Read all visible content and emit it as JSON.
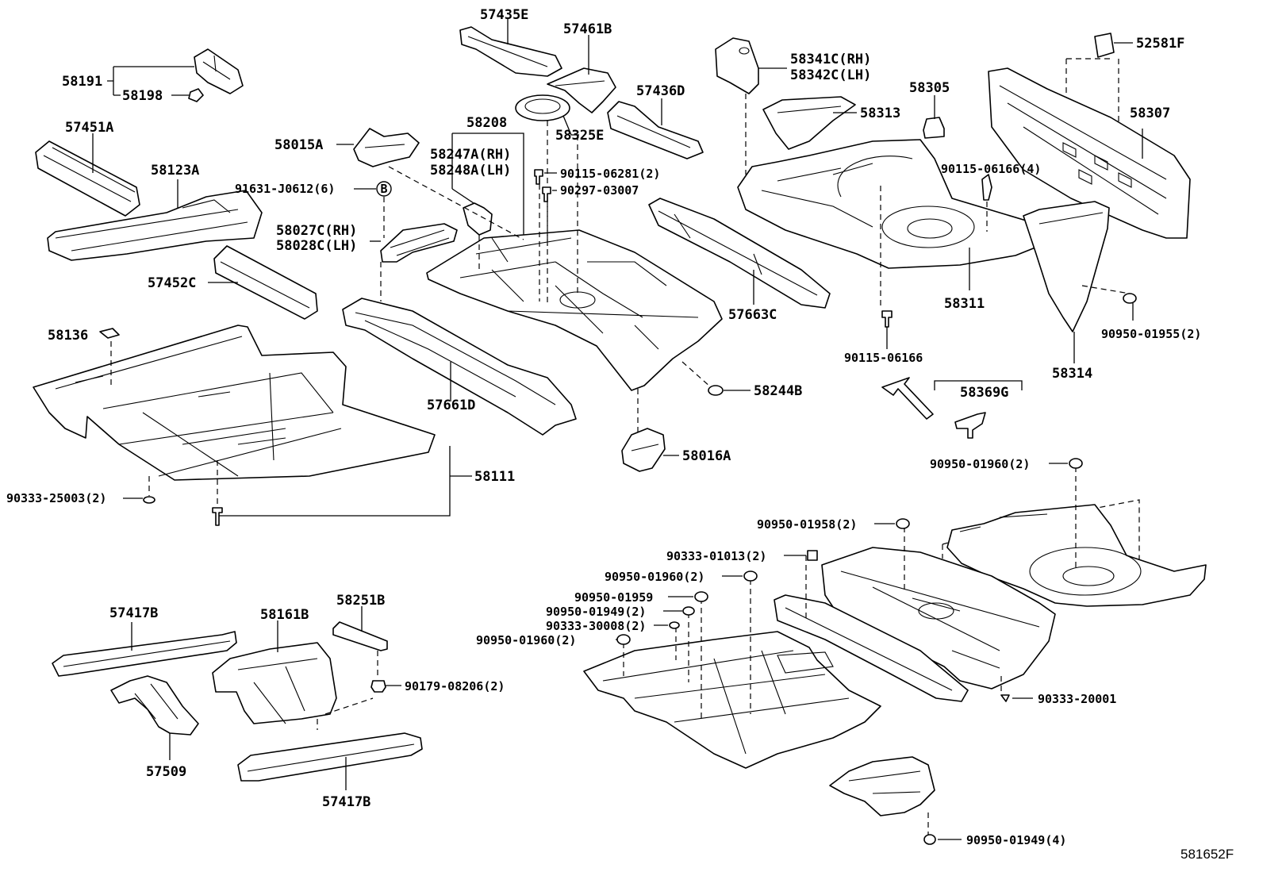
{
  "diagram_code": "581652F",
  "callout_marker": "B",
  "labels": {
    "p57435E": "57435E",
    "p57461B": "57461B",
    "p58191": "58191",
    "p58198": "58198",
    "p57451A": "57451A",
    "p58123A": "58123A",
    "p58015A": "58015A",
    "p58208": "58208",
    "p58247A": "58247A(RH)",
    "p58248A": "58248A(LH)",
    "p58325E": "58325E",
    "p57436D": "57436D",
    "p91631": "91631-J0612(6)",
    "p58027C": "58027C(RH)",
    "p58028C": "58028C(LH)",
    "p90115_06281": "90115-06281(2)",
    "p90297": "90297-03007",
    "p57452C": "57452C",
    "p58136": "58136",
    "p57661D": "57661D",
    "p58111": "58111",
    "p90333_25003": "90333-25003(2)",
    "p58244B": "58244B",
    "p58016A": "58016A",
    "p57663C": "57663C",
    "p58341C": "58341C(RH)",
    "p58342C": "58342C(LH)",
    "p52581F": "52581F",
    "p58305": "58305",
    "p58313": "58313",
    "p58307": "58307",
    "p90115_06166_4": "90115-06166(4)",
    "p58311": "58311",
    "p90115_06166": "90115-06166",
    "p58314": "58314",
    "p90950_01955": "90950-01955(2)",
    "p58369G": "58369G",
    "p90950_01960_a": "90950-01960(2)",
    "p90950_01958": "90950-01958(2)",
    "p90333_01013": "90333-01013(2)",
    "p90950_01960_b": "90950-01960(2)",
    "p90950_01959": "90950-01959",
    "p90950_01949_2": "90950-01949(2)",
    "p90333_30008": "90333-30008(2)",
    "p90950_01960_c": "90950-01960(2)",
    "p90333_20001": "90333-20001",
    "p90950_01949_4": "90950-01949(4)",
    "p57417B_top": "57417B",
    "p58161B": "58161B",
    "p58251B": "58251B",
    "p90179": "90179-08206(2)",
    "p57509": "57509",
    "p57417B_bottom": "57417B"
  }
}
